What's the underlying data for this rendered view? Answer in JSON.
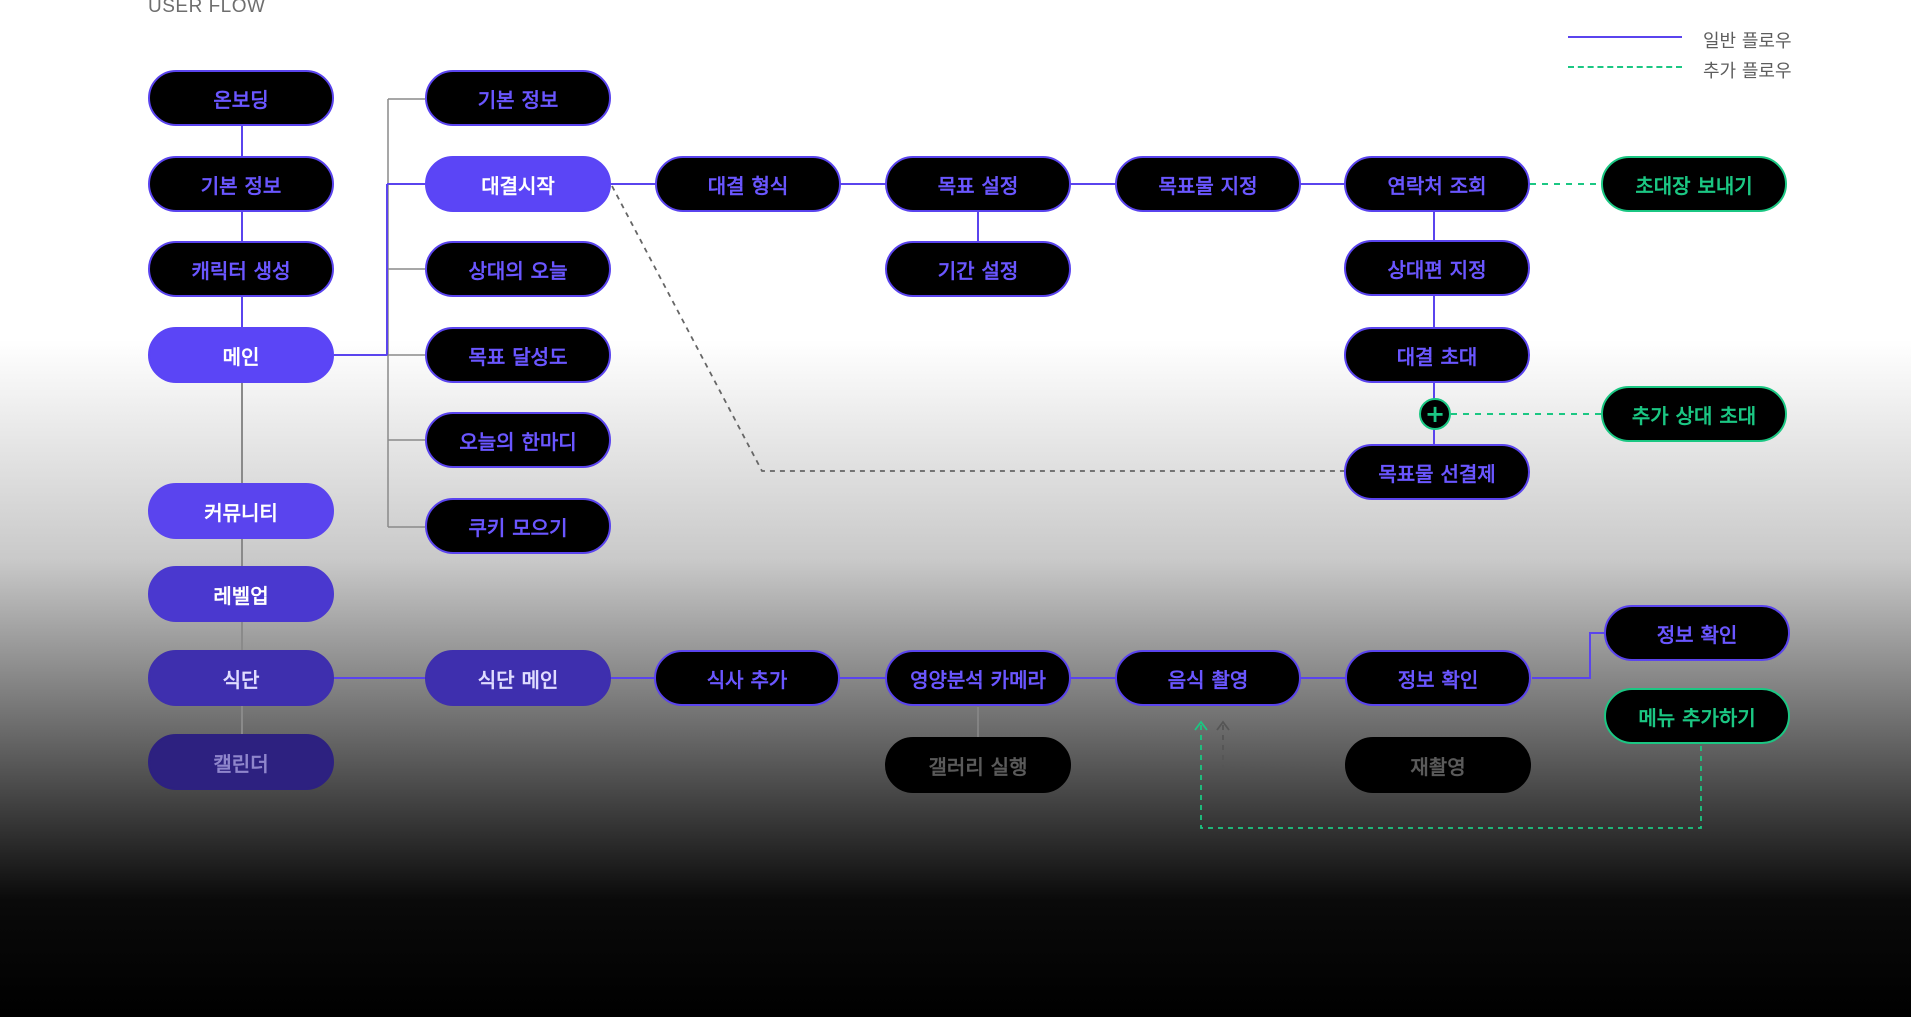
{
  "header": {
    "title": "USER FLOW"
  },
  "legend": {
    "main_flow": "일반 플로우",
    "extra_flow": "추가 플로우"
  },
  "colors": {
    "main": "#5a44ee",
    "extra": "#1bc783",
    "neutral": "#8a8a8a",
    "connector_dash": "#666666"
  },
  "nodes": {
    "onboarding": "온보딩",
    "basic_info": "기본 정보",
    "character_create": "캐릭터 생성",
    "main": "메인",
    "community": "커뮤니티",
    "levelup": "레벨업",
    "diet": "식단",
    "calendar": "캘린더",
    "main_basic_info": "기본 정보",
    "battle_start": "대결시작",
    "opponent_today": "상대의 오늘",
    "goal_achievement": "목표 달성도",
    "today_comment": "오늘의 한마디",
    "cookie_collect": "쿠키 모으기",
    "battle_type": "대결 형식",
    "goal_setting": "목표 설정",
    "period_setting": "기간 설정",
    "reward_setting": "목표물 지정",
    "contact_lookup": "연락처 조회",
    "invite_send": "초대장 보내기",
    "opponent_assign": "상대편 지정",
    "battle_invite": "대결 초대",
    "plus_symbol": "+",
    "extra_opponent_invite": "추가 상대 초대",
    "reward_prepay": "목표물 선결제",
    "diet_main": "식단 메인",
    "meal_add": "식사 추가",
    "nutrition_camera": "영양분석 카메라",
    "gallery_open": "갤러리 실행",
    "food_photo": "음식 촬영",
    "info_check": "정보 확인",
    "retake": "재촬영",
    "info_check_2": "정보 확인",
    "menu_add": "메뉴 추가하기"
  }
}
